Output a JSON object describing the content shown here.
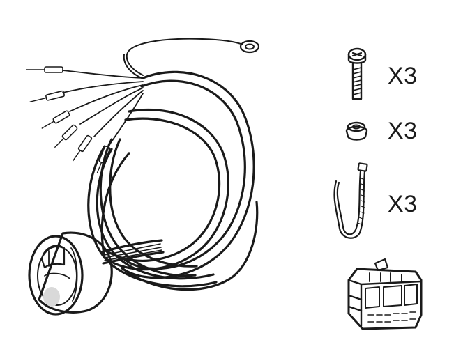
{
  "parts": {
    "bolt": {
      "quantity": "X3"
    },
    "nut": {
      "quantity": "X3"
    },
    "cable_tie": {
      "quantity": "X3"
    }
  },
  "colors": {
    "ink": "#1a1a1a",
    "background": "#ffffff",
    "shading": "#d9d9d9"
  }
}
